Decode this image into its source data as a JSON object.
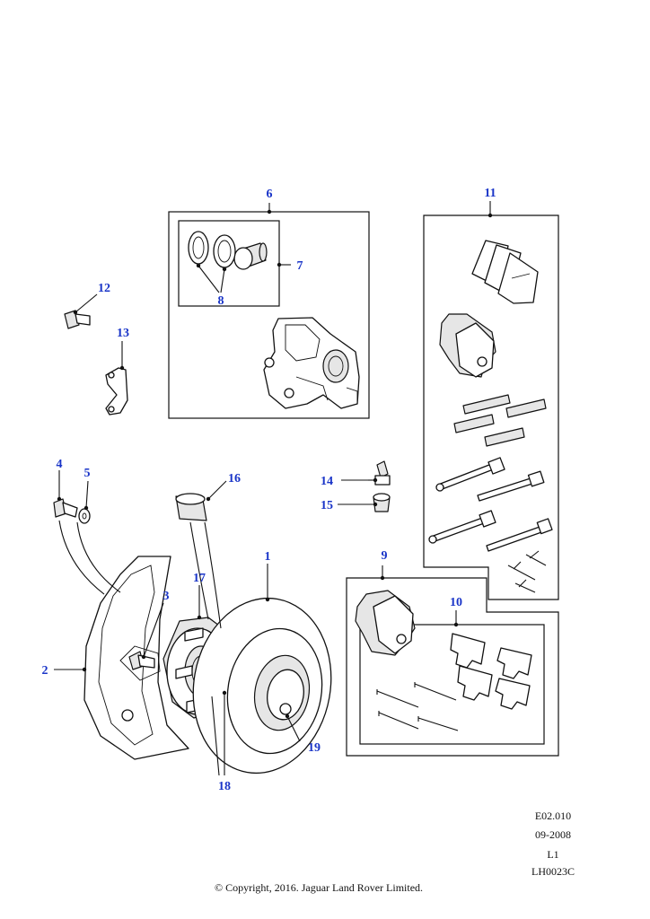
{
  "callouts": {
    "c1": "1",
    "c2": "2",
    "c3": "3",
    "c4": "4",
    "c5": "5",
    "c6": "6",
    "c7": "7",
    "c8": "8",
    "c9": "9",
    "c10": "10",
    "c11": "11",
    "c12": "12",
    "c13": "13",
    "c14": "14",
    "c15": "15",
    "c16": "16",
    "c17": "17",
    "c18": "18",
    "c19": "19"
  },
  "meta": {
    "ref": "E02.010",
    "date": "09-2008",
    "level": "L1",
    "code": "LH0023C"
  },
  "copyright": "© Copyright, 2016. Jaguar Land Rover Limited.",
  "colors": {
    "callout": "#1a35c8",
    "line": "#111111",
    "background": "#ffffff"
  }
}
